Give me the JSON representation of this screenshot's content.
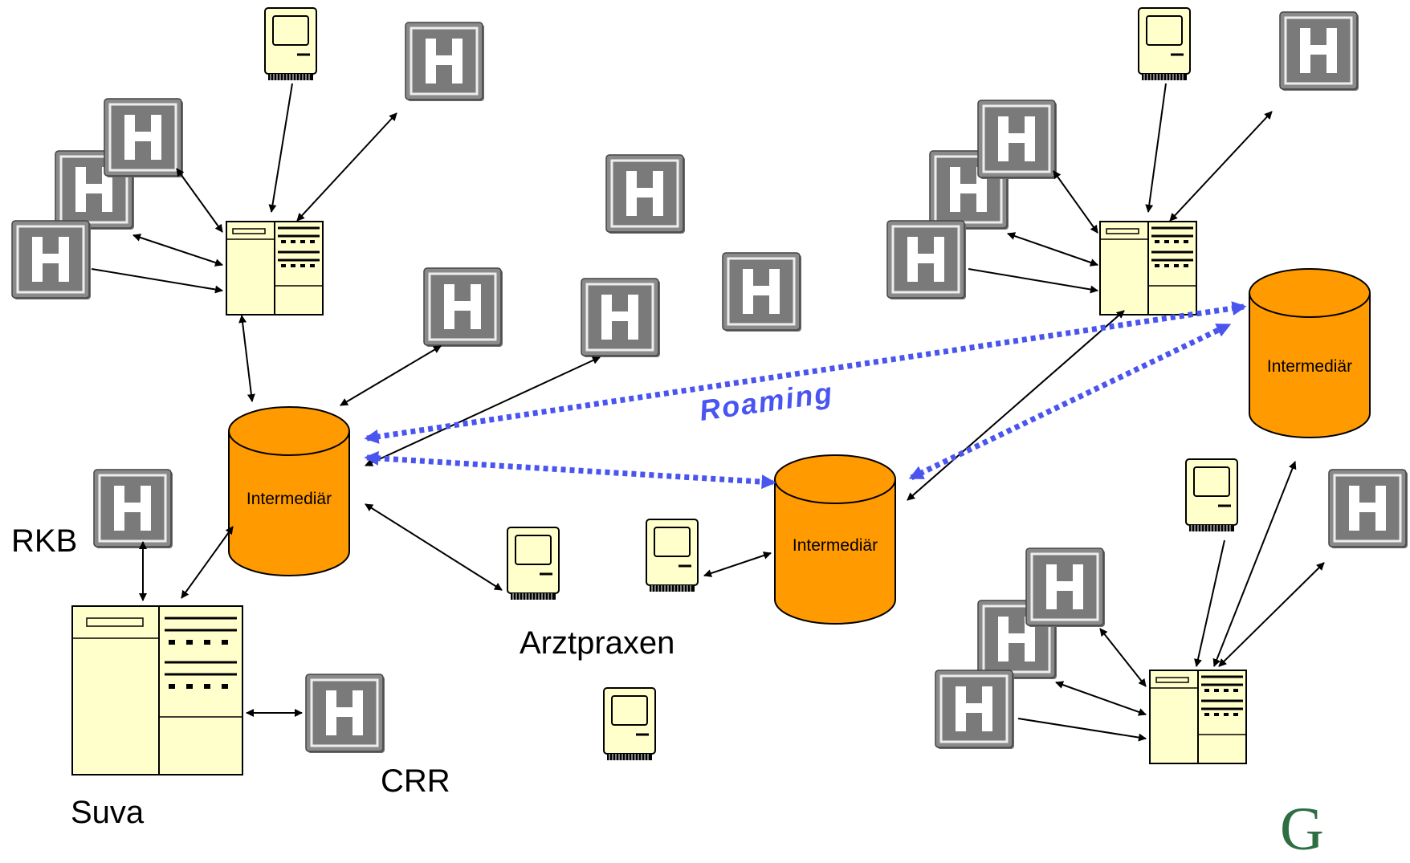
{
  "diagram": {
    "background": "#ffffff",
    "colors": {
      "hospital_face": "#7e7e7e",
      "hospital_letter": "#ffffff",
      "database_fill": "#ff9a00",
      "device_fill": "#ffffcc",
      "roaming": "#4a55f0",
      "connector": "#000000"
    },
    "node_kinds": {
      "hospital": "hospital-sign-icon",
      "server": "server-rack-icon",
      "terminal": "computer-terminal-icon",
      "database": "database-cylinder-icon"
    },
    "hospital_letter": "H",
    "labels": {
      "rkb": "RKB",
      "suva": "Suva",
      "crr": "CRR",
      "arztpraxen": "Arztpraxen",
      "roaming": "Roaming"
    },
    "databases": [
      {
        "name": "Intermediär"
      },
      {
        "name": "Intermediär"
      },
      {
        "name": "Intermediär"
      }
    ],
    "logo_glyph": "G"
  }
}
